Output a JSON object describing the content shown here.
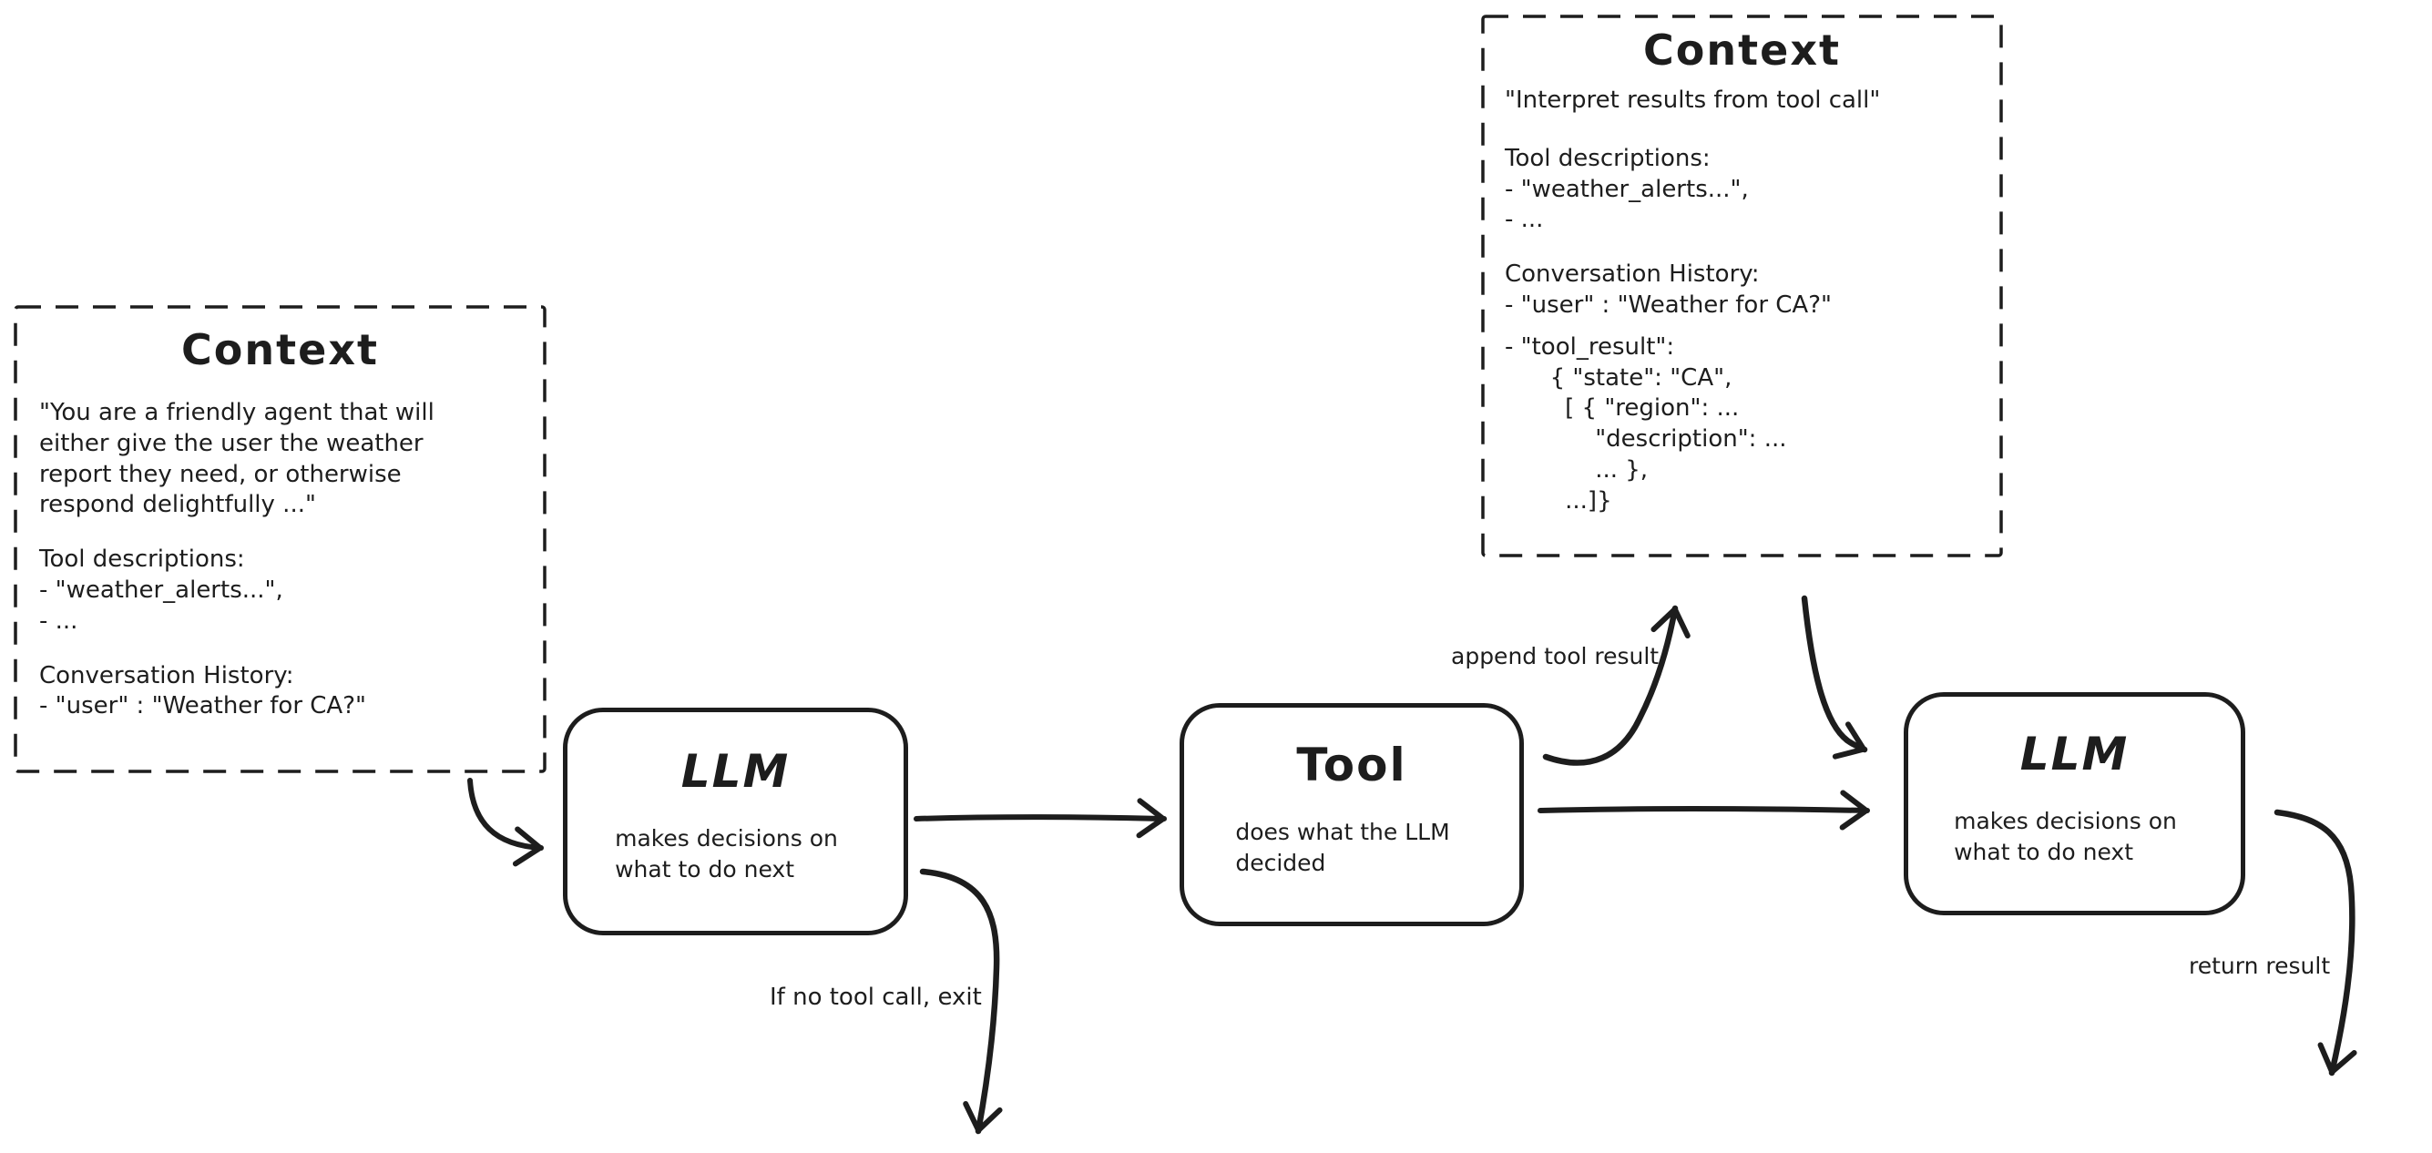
{
  "colors": {
    "ink": "#1d1d1d",
    "background": "#ffffff"
  },
  "context_left": {
    "title": "Context",
    "system_prompt": "\"You are a friendly agent that will\neither give the user the weather\nreport they need, or otherwise\nrespond delightfully ...\"",
    "tools_heading": "Tool descriptions:",
    "tools_lines": "- \"weather_alerts...\",\n- ...",
    "history_heading": "Conversation History:",
    "history_lines": "- \"user\" : \"Weather for CA?\""
  },
  "context_top_right": {
    "title": "Context",
    "system_prompt": "\"Interpret results from tool call\"",
    "tools_heading": "Tool descriptions:",
    "tools_lines": "- \"weather_alerts...\",\n- ...",
    "history_heading": "Conversation History:",
    "history_line_user": "- \"user\" : \"Weather for CA?\"",
    "tool_result_block": "- \"tool_result\":\n      { \"state\": \"CA\",\n        [ { \"region\": ...\n            \"description\": ...\n            ... },\n        ...]}"
  },
  "nodes": {
    "llm1": {
      "title": "LLM",
      "subtitle": "makes decisions on\nwhat to do next"
    },
    "tool": {
      "title": "Tool",
      "subtitle": "does what the LLM\ndecided"
    },
    "llm2": {
      "title": "LLM",
      "subtitle": "makes decisions on\nwhat to do next"
    }
  },
  "labels": {
    "append_tool_result": "append tool result",
    "if_no_tool_call": "If no tool call, exit",
    "return_result": "return result"
  }
}
